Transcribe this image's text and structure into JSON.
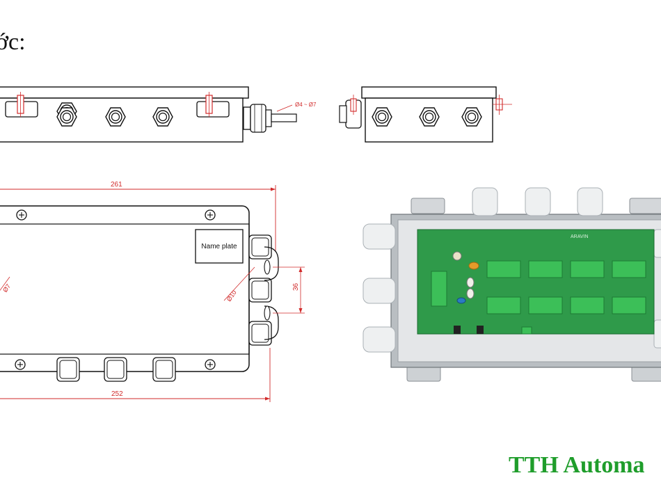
{
  "caption": "ớc:",
  "brand": "TTH Automa",
  "side_view": {
    "cable_label": "Ø4 ~ Ø7"
  },
  "top_view": {
    "width_top": "261",
    "width_bottom": "252",
    "name_plate": "Name plate",
    "hole_left": "Ø7",
    "hole_right": "Ø10",
    "spacing": "36"
  },
  "pcb": {
    "brand": "ARAVIN"
  },
  "colors": {
    "dimension": "#d12a2a",
    "brand": "#1f9d2b",
    "pcb": "#2f9a4a",
    "terminal": "#3cbf58"
  }
}
